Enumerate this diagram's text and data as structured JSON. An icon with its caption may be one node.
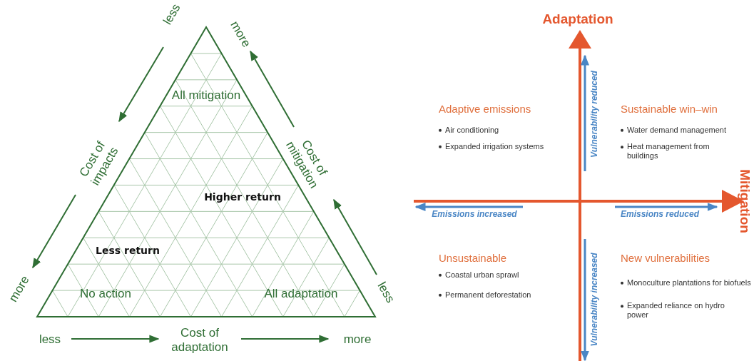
{
  "diagram": {
    "labels": [
      "less",
      "more",
      "Adaptation",
      "All mitigation",
      "Cost of impacts",
      "Cost of mitigation",
      "Higher return",
      "Less return",
      "No action",
      "All adaptation",
      "more",
      "less",
      "less",
      "Cost of adaptation",
      "more",
      "Vulnerability reduced",
      "Adaptive emissions",
      "Air conditioning",
      "Expanded irrigation systems",
      "Sustainable win–win",
      "Water demand management",
      "Heat management from buildings",
      "Mitigation",
      "Emissions increased",
      "Emissions reduced",
      "Unsustainable",
      "Coastal urban sprawl",
      "Permanent deforestation",
      "Vulnerability increased",
      "New vulnerabilities",
      "Monoculture plantations for biofuels",
      "Expanded reliance on hydro power"
    ]
  }
}
